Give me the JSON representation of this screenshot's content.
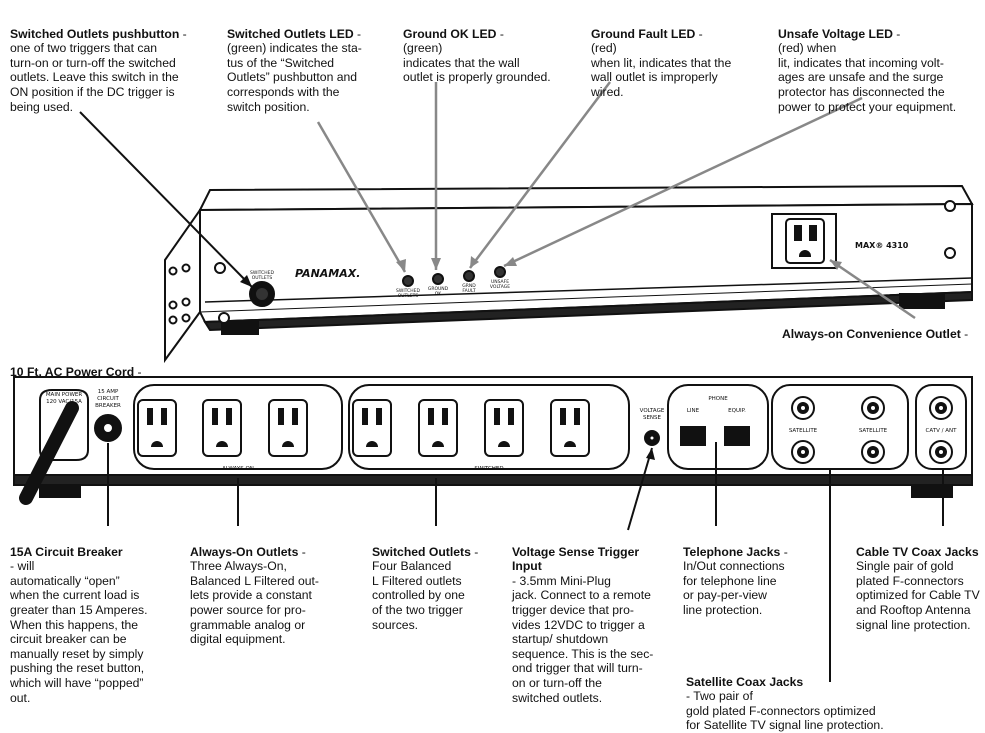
{
  "callouts": {
    "switched_pushbutton": {
      "title": "Switched Outlets pushbutton",
      "body": "one of two triggers that can\nturn-on or turn-off the switched\noutlets. Leave this switch in the\nON position if the DC trigger is\nbeing used."
    },
    "switched_led": {
      "title": "Switched Outlets LED",
      "body": "(green) indicates the sta-\ntus of the “Switched\nOutlets” pushbutton and\ncorresponds with the\nswitch position."
    },
    "ground_ok": {
      "title": "Ground OK LED",
      "body": "(green)\nindicates that the wall\noutlet is properly grounded."
    },
    "ground_fault": {
      "title": "Ground Fault LED",
      "body": "(red)\nwhen lit, indicates that the\nwall outlet is improperly\nwired."
    },
    "unsafe_voltage": {
      "title": "Unsafe Voltage LED",
      "body": "(red) when\nlit, indicates that incoming volt-\nages are unsafe and the surge\nprotector has disconnected the\npower to protect your equipment."
    },
    "convenience_outlet": {
      "title": "Always-on Convenience Outlet"
    },
    "power_cord": {
      "title": "10 Ft. AC Power Cord"
    },
    "circuit_breaker": {
      "title": "15A Circuit Breaker",
      "body": "- will\nautomatically “open”\nwhen the current load is\ngreater than 15 Amperes.\nWhen this happens, the\ncircuit breaker can be\nmanually reset by simply\npushing the reset button,\nwhich will have “popped”\nout."
    },
    "always_on": {
      "title": "Always-On Outlets",
      "body": "Three Always-On,\nBalanced L Filtered out-\nlets provide a constant\npower source for pro-\ngrammable analog or\ndigital equipment."
    },
    "switched_outlets": {
      "title": "Switched Outlets",
      "body": "Four Balanced\nL Filtered outlets\ncontrolled by one\nof the two trigger\nsources."
    },
    "voltage_sense": {
      "title": "Voltage Sense Trigger\nInput",
      "body": "- 3.5mm Mini-Plug\njack. Connect to a remote\ntrigger device that pro-\nvides 12VDC to trigger a\nstartup/ shutdown\nsequence. This is the sec-\nond trigger that will turn-\non or turn-off the\nswitched outlets."
    },
    "telephone": {
      "title": "Telephone Jacks",
      "body": "In/Out connections\nfor telephone line\nor pay-per-view\nline protection."
    },
    "cable_tv": {
      "title": "Cable TV Coax Jacks",
      "body": "Single pair of gold\nplated F-connectors\noptimized for Cable TV\nand Rooftop Antenna\nsignal line protection."
    },
    "satellite": {
      "title": "Satellite Coax Jacks",
      "body": "- Two pair of\ngold plated F-connectors optimized\nfor Satellite TV signal line protection."
    }
  },
  "front_panel": {
    "brand": "PANAMAX.",
    "model": "MAX® 4310",
    "button_label": "SWITCHED\nOUTLETS",
    "led_labels": [
      "SWITCHED\nOUTLETS",
      "GROUND\nOK",
      "GRND\nFAULT",
      "UNSAFE\nVOLTAGE"
    ]
  },
  "rear_panel": {
    "main_power": "MAIN POWER\n120 VAC/15A",
    "breaker": "15 AMP\nCIRCUIT\nBREAKER",
    "always_on": "ALWAYS ON",
    "switched": "SWITCHED",
    "voltage_sense": "VOLTAGE\nSENSE",
    "phone": "PHONE",
    "line": "LINE",
    "equip": "EQUIP.",
    "satellite": "SATELLITE",
    "catv": "CATV / ANT"
  },
  "colors": {
    "line": "#111111",
    "pointer": "#888888",
    "panel": "#ffffff"
  }
}
